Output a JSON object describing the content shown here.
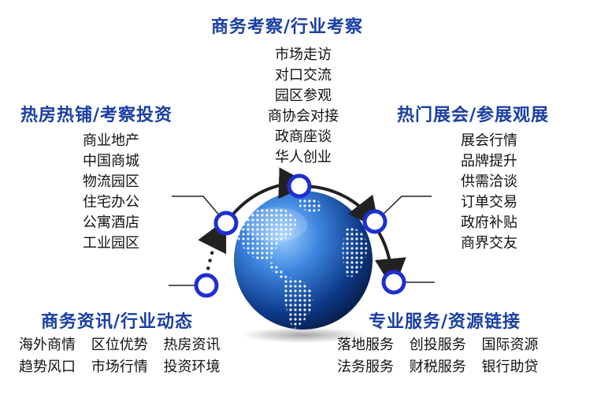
{
  "sections": {
    "top": {
      "title": "商务考察/行业考察",
      "items": [
        "市场走访",
        "对口交流",
        "园区参观",
        "商协会对接",
        "政商座谈",
        "华人创业"
      ]
    },
    "left": {
      "title": "热房热铺/考察投资",
      "items": [
        "商业地产",
        "中国商城",
        "物流园区",
        "住宅办公",
        "公寓酒店",
        "工业园区"
      ]
    },
    "right": {
      "title": "热门展会/参展观展",
      "items": [
        "展会行情",
        "品牌提升",
        "供需洽谈",
        "订单交易",
        "政府补贴",
        "商界交友"
      ]
    },
    "bottom_left": {
      "title": "商务资讯/行业动态",
      "rows": [
        [
          "海外商情",
          "区位优势",
          "热房资讯"
        ],
        [
          "趋势风口",
          "市场行情",
          "投资环境"
        ]
      ]
    },
    "bottom_right": {
      "title": "专业服务/资源链接",
      "rows": [
        [
          "落地服务",
          "创投服务",
          "国际资源"
        ],
        [
          "法务服务",
          "财税服务",
          "银行助贷"
        ]
      ]
    }
  },
  "colors": {
    "title": "#1a3fa3",
    "node_ring": "#1e2fd0",
    "arc": "#222222",
    "globe_dark": "#0a2f6e",
    "globe_light": "#5fa8ff"
  },
  "icons": [
    "globe-icon",
    "node-circle-icon",
    "arrow-icon"
  ]
}
